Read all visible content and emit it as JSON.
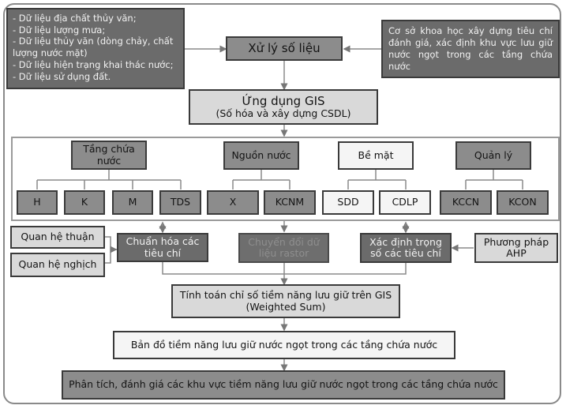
{
  "diagram": {
    "input_data": {
      "items": [
        "- Dữ liệu địa chất thủy văn;",
        "- Dữ liệu lượng mưa;",
        "- Dữ liệu thủy văn (dòng chảy, chất",
        "lượng nước mặt)",
        "- Dữ liệu hiện trạng khai thác nước;",
        "- Dữ liệu sử dụng đất."
      ]
    },
    "process_data": "Xử lý số liệu",
    "scientific_basis": "Cơ sở khoa học xây dựng tiêu chí đánh giá, xác định khu vực lưu giữ nước ngọt trong các tầng chứa nước",
    "gis_app": {
      "line1": "Ứng dụng GIS",
      "line2": "(Số hóa và xây dựng CSDL)"
    },
    "groups": [
      {
        "title": "Tầng chứa nước",
        "children": [
          "H",
          "K",
          "M",
          "TDS"
        ]
      },
      {
        "title": "Nguồn nước",
        "children": [
          "X",
          "KCNM"
        ]
      },
      {
        "title": "Bề mặt",
        "children": [
          "SDD",
          "CDLP"
        ]
      },
      {
        "title": "Quản lý",
        "children": [
          "KCCN",
          "KCON"
        ]
      }
    ],
    "relation_positive": "Quan hệ thuận",
    "relation_negative": "Quan hệ nghịch",
    "normalize": "Chuẩn hóa các tiêu chí",
    "raster_convert": "Chuyển đổi dữ liệu rastor",
    "weighting": "Xác định trọng số các tiêu chí",
    "ahp": "Phương pháp AHP",
    "weighted_sum": {
      "line1": "Tính toán chỉ số tiềm năng lưu giữ trên GIS",
      "line2": "(Weighted Sum)"
    },
    "map_output": "Bản đồ tiềm năng lưu giữ nước ngọt trong các tầng chứa nước",
    "analysis": "Phân tích, đánh giá các khu vực tiềm năng lưu giữ nước ngọt trong các tầng chứa nước"
  }
}
